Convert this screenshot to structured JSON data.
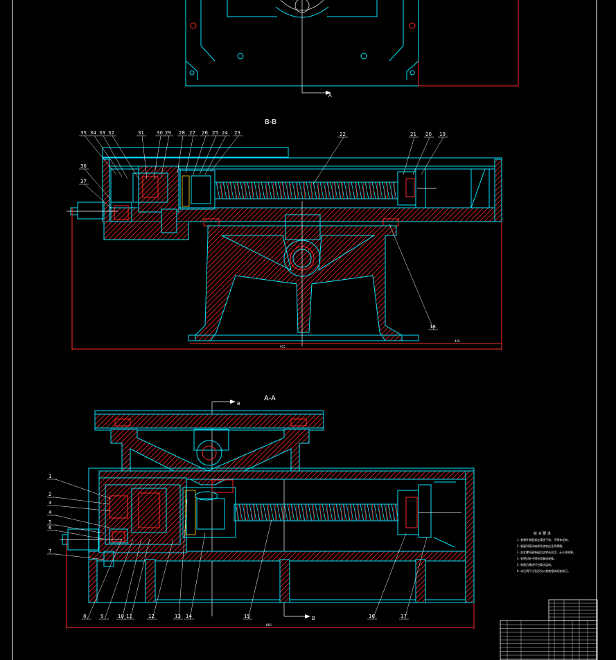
{
  "sections": {
    "bb_title": "B-B",
    "aa_title": "A-A",
    "cut_a": "A",
    "cut_b": "B"
  },
  "bb_callouts": [
    "35",
    "34",
    "33",
    "32",
    "31",
    "30",
    "29",
    "28",
    "27",
    "26",
    "25",
    "24",
    "23",
    "22",
    "21",
    "20",
    "19",
    "36",
    "37",
    "18"
  ],
  "aa_callouts": [
    "1",
    "2",
    "3",
    "4",
    "5",
    "6",
    "7",
    "8",
    "9",
    "10",
    "11",
    "12",
    "13",
    "14",
    "15",
    "16",
    "17"
  ],
  "notes": {
    "title": "技 术 要 求",
    "lines": [
      "1. 各零件装配前应清洗干净，不得有毛刺。",
      "2. 装配时滚动轴承及齿轮应注润滑脂。",
      "3. 丝杠螺母副装配后应转动灵活，无卡滞现象。",
      "4. 各密封处不得有渗漏油现象。",
      "5. 装配后需进行空载试运转。",
      "6. 未注明尺寸及形位公差按相关标准执行。"
    ]
  },
  "colors": {
    "outline": "#00e5ff",
    "section": "#ff2a2a",
    "leader": "#ffffff",
    "background": "#000000"
  }
}
